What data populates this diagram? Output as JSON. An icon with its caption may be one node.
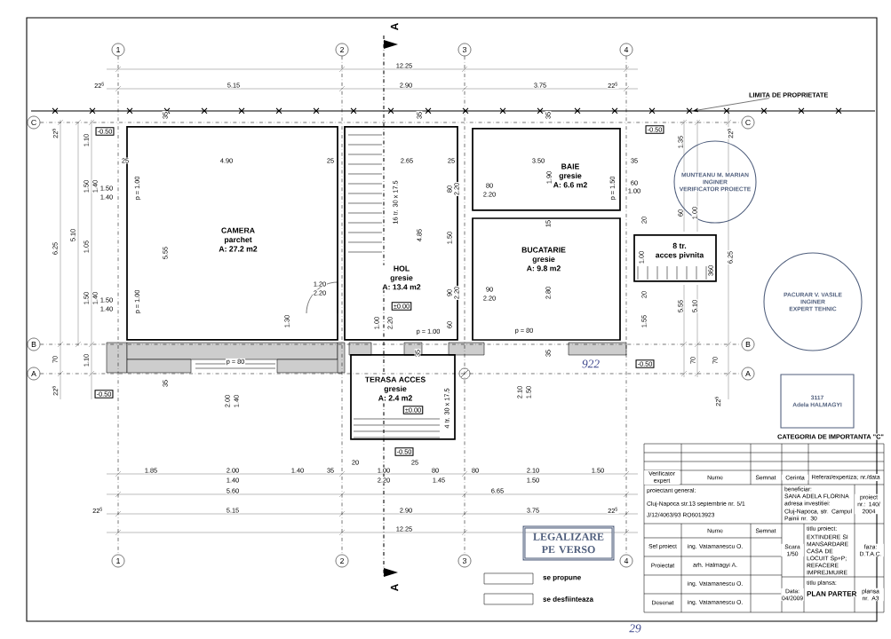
{
  "diagram": {
    "nodes": [
      {
        "text": [
          "CAMERA",
          "parchet",
          "A: 27.2 m2"
        ]
      },
      {
        "text": [
          "HOL",
          "gresie",
          "A: 13.4 m2"
        ]
      },
      {
        "text": [
          "BAIE",
          "gresie",
          "A: 6.6 m2"
        ]
      },
      {
        "text": [
          "BUCATARIE",
          "gresie",
          "A: 9.8 m2"
        ]
      },
      {
        "text": [
          "8 tr.",
          "acces pivnita"
        ]
      },
      {
        "text": [
          "TERASA ACCES",
          "gresie",
          "A: 2.4 m2"
        ]
      },
      {
        "text": [
          "-0.50"
        ]
      },
      {
        "text": [
          "-0.50"
        ]
      },
      {
        "text": [
          "±0.00"
        ],
        "in": 1
      },
      {
        "text": [
          "-0.50"
        ]
      },
      {
        "text": [
          "-0.50"
        ]
      },
      {
        "text": [
          "±0.00"
        ],
        "in": 5
      },
      {
        "text": [
          "-0.50"
        ]
      },
      {
        "text": [
          "1"
        ]
      },
      {
        "text": [
          "2"
        ]
      },
      {
        "text": [
          "3"
        ]
      },
      {
        "text": [
          "4"
        ]
      },
      {
        "text": [
          "C"
        ]
      },
      {
        "text": [
          "C"
        ]
      },
      {
        "text": [
          "B"
        ]
      },
      {
        "text": [
          "B"
        ]
      },
      {
        "text": [
          "A"
        ]
      },
      {
        "text": [
          "A"
        ]
      },
      {
        "text": [
          "1"
        ]
      },
      {
        "text": [
          "2"
        ]
      },
      {
        "text": [
          "3"
        ]
      },
      {
        "text": [
          "4"
        ]
      },
      {
        "text": [
          "LIMITA DE PROPRIETATE"
        ]
      },
      {
        "text": [
          "MUNTEANU M. MARIAN",
          "INGINER",
          "VERIFICATOR PROIECTE"
        ]
      },
      {
        "text": [
          "PACURAR V. VASILE",
          "INGINER",
          "EXPERT TEHNIC"
        ]
      },
      {
        "text": [
          "3117",
          "Adela HALMAGYI"
        ]
      },
      {
        "text": [
          "LEGALIZARE PE VERSO"
        ]
      }
    ],
    "edges": [
      {
        "from": 13,
        "to": 23,
        "arrow": "none",
        "style": "dashed"
      },
      {
        "from": 14,
        "to": 24,
        "arrow": "none",
        "style": "dashed"
      },
      {
        "from": 15,
        "to": 25,
        "arrow": "none",
        "style": "dashed"
      },
      {
        "from": 16,
        "to": 26,
        "arrow": "none",
        "style": "dashed"
      },
      {
        "from": 17,
        "to": 18,
        "arrow": "none",
        "style": "dashed"
      },
      {
        "from": 19,
        "to": 20,
        "arrow": "none",
        "style": "dashed"
      },
      {
        "from": 21,
        "to": 22,
        "arrow": "none",
        "style": "dashed"
      },
      {
        "from": 27,
        "to": null,
        "arrow": "to"
      }
    ],
    "labels": [
      "A",
      "12.25",
      "22$^{5}$",
      "5.15",
      "2.90",
      "3.75",
      "22$^{5}$",
      "22$^{5}$",
      "6.25",
      "70",
      "22$^{5}$",
      "5.10",
      "1.10",
      "1.50",
      "1.40",
      "1.05",
      "1.50",
      "1.40",
      "1.10",
      "1.50",
      "1.40",
      "1.50",
      "1.40",
      "p = 1.00",
      "p = 1.00",
      "35",
      "25",
      "4.90",
      "25",
      "5.55",
      "1.20",
      "2.20",
      "1.30",
      "p = 80",
      "35",
      "2.00",
      "1.40",
      "35",
      "2.65",
      "25",
      "16 tr. 30 x 17.5",
      "4.85",
      "80",
      "2.20",
      "80",
      "2.20",
      "1.50",
      "90",
      "2.20",
      "90",
      "2.20",
      "60",
      "p = 1.00",
      "1.00",
      "2.20",
      "35",
      "35",
      "3.50",
      "1.90",
      "35",
      "p = 1.50",
      "60",
      "1.00",
      "15",
      "2.80",
      "p = 80",
      "35",
      "20",
      "1.00",
      "360",
      "20",
      "1.55",
      "1.35",
      "60",
      "5.55",
      "1.00",
      "5.10",
      "6.25",
      "22$^{5}$",
      "70",
      "70",
      "22$^{5}$",
      "4 tr. 30 x 17.5",
      "2.10",
      "1.50",
      "922",
      "1.85",
      "2.00",
      "1.40",
      "1.40",
      "35",
      "20",
      "1.00",
      "2.20",
      "25",
      "80",
      "1.45",
      "80",
      "2.10",
      "1.50",
      "1.50",
      "5.60",
      "6.65",
      "22$^{5}$",
      "5.15",
      "2.90",
      "3.75",
      "22$^{5}$",
      "12.25",
      "A",
      "CATEGORIA DE IMPORTANTA \"C\"",
      "Verificator expert",
      "Nume",
      "Semnat",
      "Cerinta",
      "Referat/expertiza; nr./data",
      "proiectant general:",
      "Cluj-Napoca str.13 septembrie nr. 5/1",
      "J/12/4063/93 RO6013923",
      "beneficiar:",
      "SANA ADELA FLORINA",
      "adresa investitiei:",
      "Cluj-Napoca, str. Campul Painii nr. 30",
      "proiect nr.: 140/ 2004",
      "Nume",
      "Semnat",
      "Scara 1/50",
      "titlu proiect:",
      "EXTINDERE SI MANSARDARE CASA DE LOCUIT Sp+P; REFACERE IMPREJMUIRE",
      "faza: D.T.A.C.",
      "Sef proiect",
      "ing. Vatamanescu O.",
      "Proiectat",
      "arh. Halmagyi A.",
      "Data: 04/2009",
      "titlu plansa:",
      "PLAN PARTER",
      "plansa nr. A3",
      "ing. Vatamanescu O.",
      "Desenat",
      "ing. Vatamanescu O.",
      "29"
    ],
    "legend": [
      {
        "text": "se propune"
      },
      {
        "text": "se desfiinteaza"
      }
    ]
  }
}
